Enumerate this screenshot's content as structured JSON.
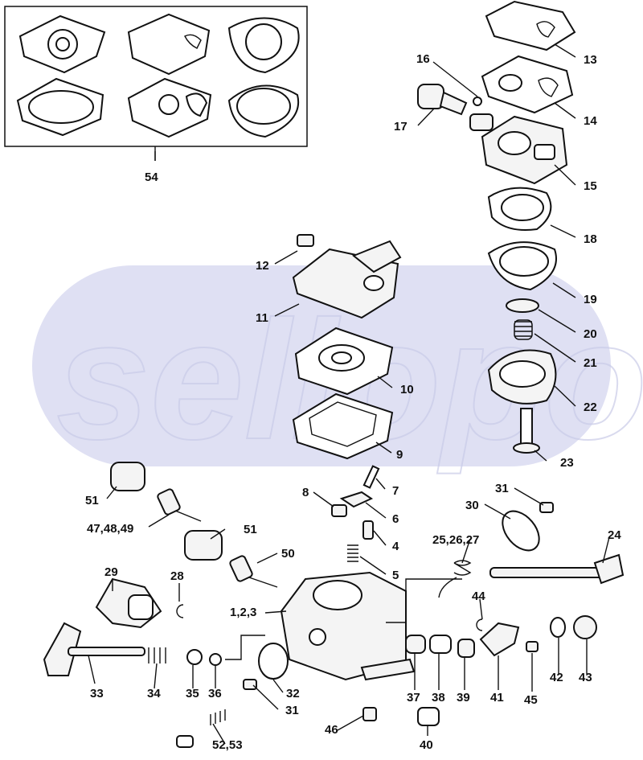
{
  "watermark": "sellopo",
  "callouts": {
    "c1": "1,2,3",
    "c4": "4",
    "c5": "5",
    "c6": "6",
    "c7": "7",
    "c8": "8",
    "c9": "9",
    "c10": "10",
    "c11": "11",
    "c12": "12",
    "c13": "13",
    "c14": "14",
    "c15": "15",
    "c16": "16",
    "c17": "17",
    "c18": "18",
    "c19": "19",
    "c20": "20",
    "c21": "21",
    "c22": "22",
    "c23": "23",
    "c24": "24",
    "c25": "25,26,27",
    "c28": "28",
    "c29": "29",
    "c30": "30",
    "c31a": "31",
    "c31b": "31",
    "c32": "32",
    "c33": "33",
    "c34": "34",
    "c35": "35",
    "c36": "36",
    "c37": "37",
    "c38": "38",
    "c39": "39",
    "c40": "40",
    "c41": "41",
    "c42": "42",
    "c43": "43",
    "c44": "44",
    "c45": "45",
    "c46": "46",
    "c47": "47,48,49",
    "c50": "50",
    "c51a": "51",
    "c51b": "51",
    "c52": "52,53",
    "c54": "54"
  }
}
